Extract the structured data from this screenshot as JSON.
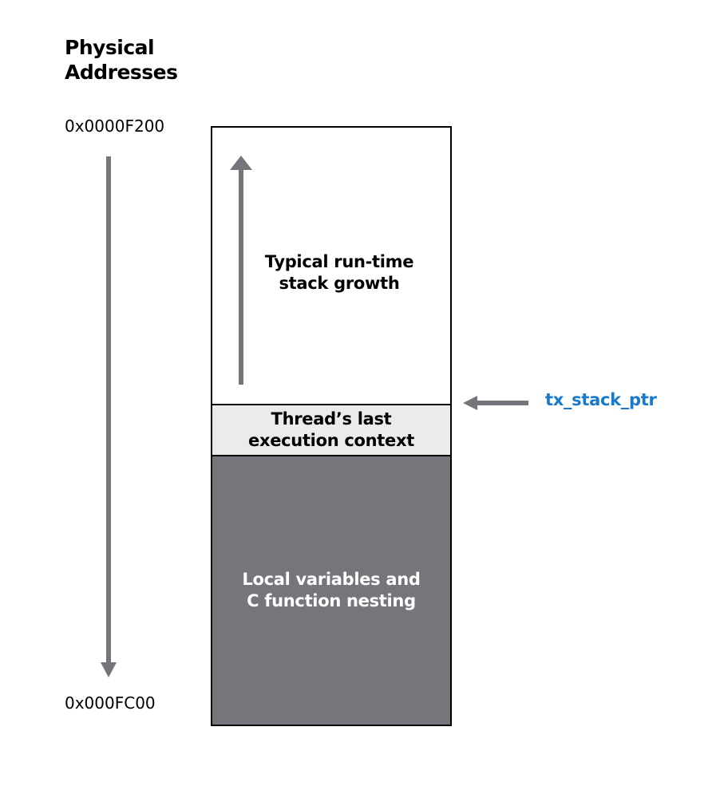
{
  "title": "Physical\nAddresses",
  "addresses": {
    "top": "0x0000F200",
    "bottom": "0x000FC00"
  },
  "stack": {
    "growth_label": "Typical run-time\nstack growth",
    "context_label": "Thread’s last\nexecution context",
    "locals_label": "Local variables and\nC function nesting"
  },
  "pointer_label": "tx_stack_ptr",
  "colors": {
    "arrow": "#75757b",
    "locals_fill": "#75757b",
    "context_fill": "#ebebeb",
    "pointer_text": "#1a7ac9",
    "border": "#000000"
  }
}
